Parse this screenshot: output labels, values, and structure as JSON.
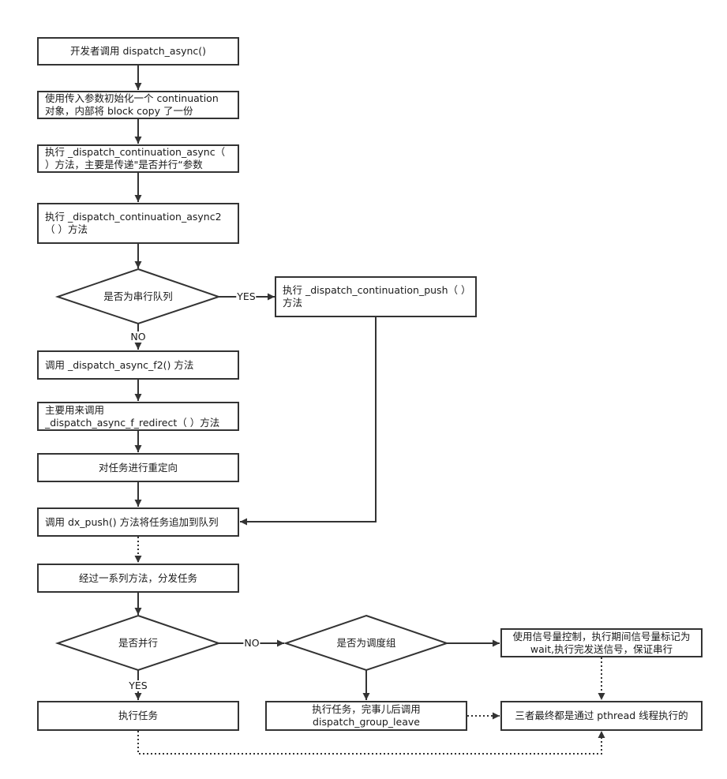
{
  "nodes": {
    "n1": "开发者调用 dispatch_async()",
    "n2": "使用传入参数初始化一个 continuation 对象，内部将 block copy 了一份",
    "n3": "执行 _dispatch_continuation_async（ ）方法，主要是传递\"是否并行“参数",
    "n4": "执行 _dispatch_continuation_async2（ ）方法",
    "d1": "是否为串行队列",
    "n5": "执行 _dispatch_continuation_push（ ）方法",
    "n6": "调用 _dispatch_async_f2() 方法",
    "n7": "主要用来调用 _dispatch_async_f_redirect（ ）方法",
    "n8": "对任务进行重定向",
    "n9": "调用 dx_push() 方法将任务追加到队列",
    "n10": "经过一系列方法，分发任务",
    "d2": "是否并行",
    "d3": "是否为调度组",
    "n11": "使用信号量控制，执行期间信号量标记为wait,执行完发送信号，保证串行",
    "n12": "执行任务",
    "n13": "执行任务，完事儿后调用dispatch_group_leave",
    "n14": "三者最终都是通过 pthread 线程执行的"
  },
  "edge_labels": {
    "yes1": "YES",
    "no1": "NO",
    "no2": "NO",
    "yes2": "YES"
  },
  "colors": {
    "stroke": "#333333",
    "fill": "#ffffff",
    "text": "#1a1a1a"
  }
}
